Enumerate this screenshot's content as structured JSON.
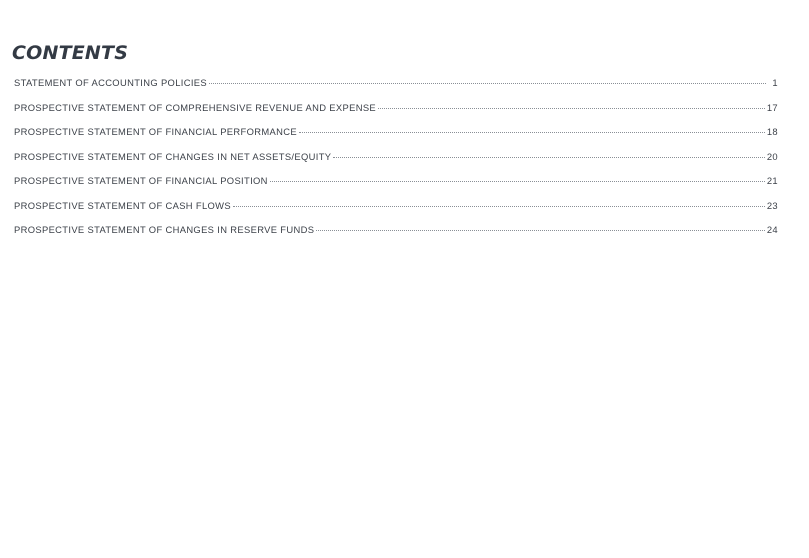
{
  "document": {
    "title": "CONTENTS"
  },
  "toc": {
    "entries": [
      {
        "label": "STATEMENT OF ACCOUNTING POLICIES",
        "page": "1"
      },
      {
        "label": "PROSPECTIVE STATEMENT OF COMPREHENSIVE REVENUE AND EXPENSE",
        "page": "17"
      },
      {
        "label": "PROSPECTIVE STATEMENT OF FINANCIAL PERFORMANCE",
        "page": "18"
      },
      {
        "label": "PROSPECTIVE STATEMENT OF CHANGES IN NET ASSETS/EQUITY",
        "page": "20"
      },
      {
        "label": "PROSPECTIVE STATEMENT OF FINANCIAL POSITION",
        "page": "21"
      },
      {
        "label": "PROSPECTIVE STATEMENT OF CASH FLOWS",
        "page": "23"
      },
      {
        "label": "PROSPECTIVE STATEMENT OF CHANGES IN RESERVE FUNDS",
        "page": "24"
      }
    ]
  }
}
